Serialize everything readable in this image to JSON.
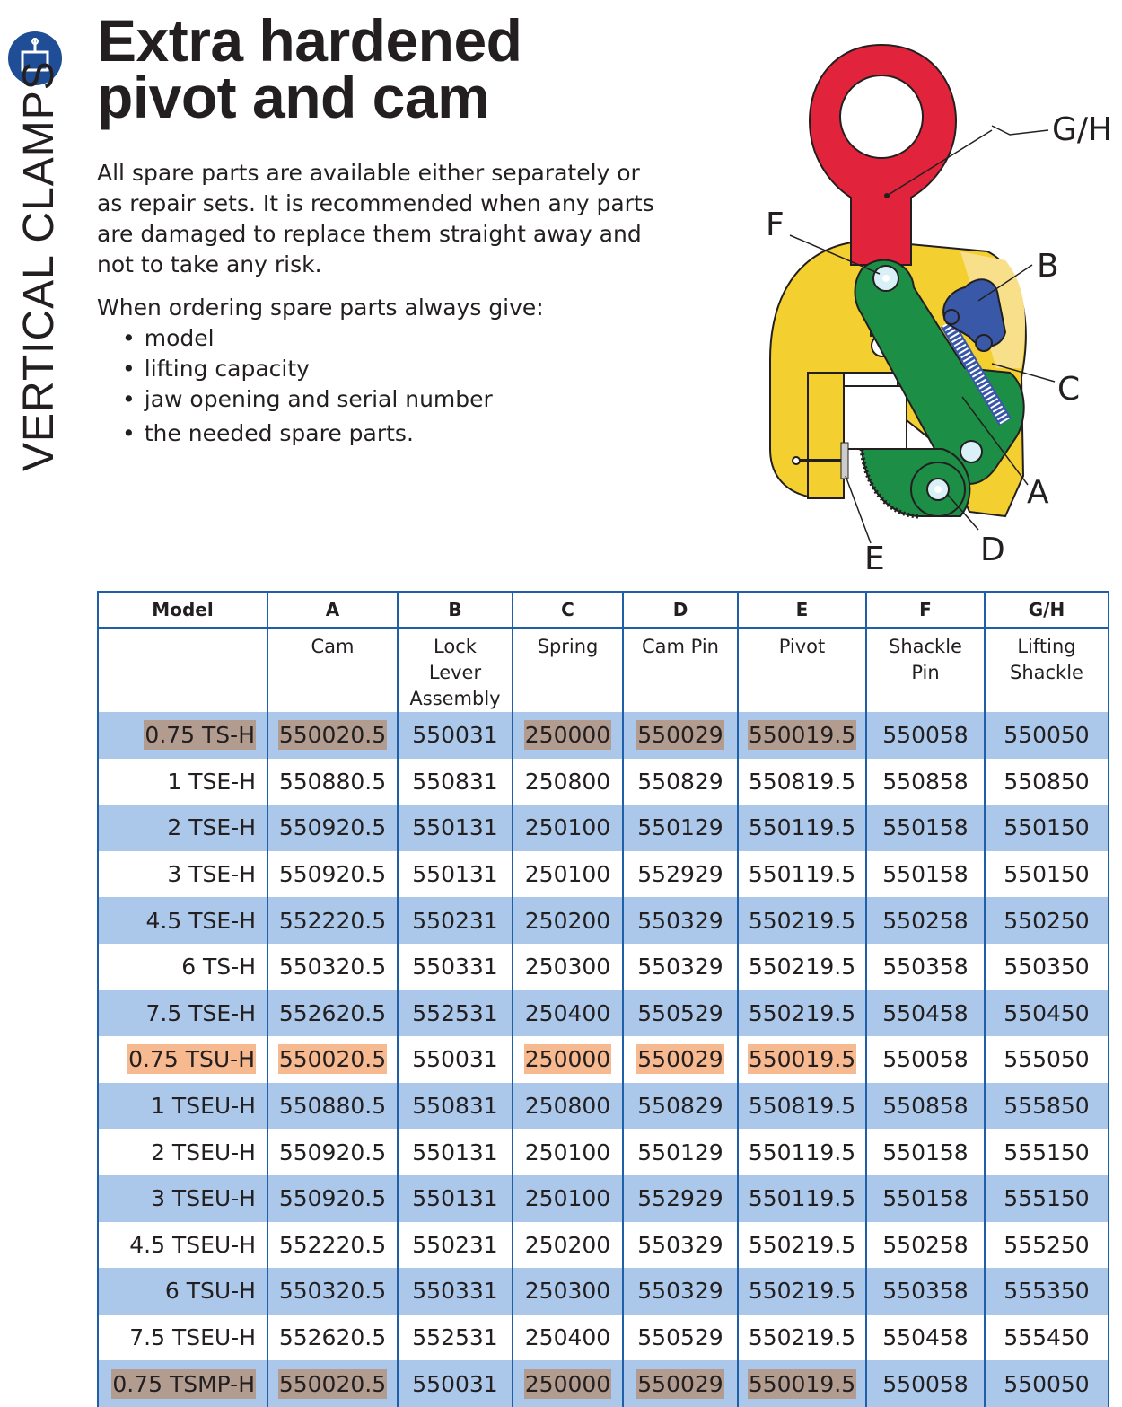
{
  "section_label": "VERTICAL CLAMPS",
  "section_icon": "clamp-icon",
  "title_lines": [
    "Extra hardened",
    "pivot and cam"
  ],
  "intro_lines": [
    "All spare parts are available either separately or",
    "as repair sets. It is recommended when any parts",
    "are damaged to replace them straight away and",
    "not to take any risk."
  ],
  "ordering": {
    "lead": "When ordering spare parts always give:",
    "items": [
      "model",
      "lifting capacity",
      "jaw opening and serial number",
      "the needed spare parts."
    ]
  },
  "diagram_labels": [
    "G/H",
    "F",
    "B",
    "C",
    "A",
    "D",
    "E"
  ],
  "colors": {
    "row_blue": "#abc8ea",
    "table_rule": "#1f5fa8",
    "highlight_brown": "#b19c8f",
    "highlight_orange": "#f7b98f",
    "shackle_red": "#e1243b",
    "body_yellow": "#f3cf2f",
    "cam_green": "#1c8e46",
    "lock_blue": "#3a58a8"
  },
  "table": {
    "columns": [
      {
        "letter": "Model",
        "name": ""
      },
      {
        "letter": "A",
        "name": "Cam"
      },
      {
        "letter": "B",
        "name": "Lock Lever Assembly"
      },
      {
        "letter": "C",
        "name": "Spring"
      },
      {
        "letter": "D",
        "name": "Cam Pin"
      },
      {
        "letter": "E",
        "name": "Pivot"
      },
      {
        "letter": "F",
        "name": "Shackle Pin"
      },
      {
        "letter": "G/H",
        "name": "Lifting Shackle"
      }
    ],
    "rows": [
      {
        "cells": [
          "0.75 TS-H",
          "550020.5",
          "550031",
          "250000",
          "550029",
          "550019.5",
          "550058",
          "550050"
        ],
        "band": "blue",
        "highlight": "brown",
        "hl_cols": [
          0,
          1,
          3,
          4,
          5
        ]
      },
      {
        "cells": [
          "1 TSE-H",
          "550880.5",
          "550831",
          "250800",
          "550829",
          "550819.5",
          "550858",
          "550850"
        ],
        "band": "white"
      },
      {
        "cells": [
          "2 TSE-H",
          "550920.5",
          "550131",
          "250100",
          "550129",
          "550119.5",
          "550158",
          "550150"
        ],
        "band": "blue"
      },
      {
        "cells": [
          "3 TSE-H",
          "550920.5",
          "550131",
          "250100",
          "552929",
          "550119.5",
          "550158",
          "550150"
        ],
        "band": "white"
      },
      {
        "cells": [
          "4.5 TSE-H",
          "552220.5",
          "550231",
          "250200",
          "550329",
          "550219.5",
          "550258",
          "550250"
        ],
        "band": "blue"
      },
      {
        "cells": [
          "6 TS-H",
          "550320.5",
          "550331",
          "250300",
          "550329",
          "550219.5",
          "550358",
          "550350"
        ],
        "band": "white"
      },
      {
        "cells": [
          "7.5 TSE-H",
          "552620.5",
          "552531",
          "250400",
          "550529",
          "550219.5",
          "550458",
          "550450"
        ],
        "band": "blue"
      },
      {
        "cells": [
          "0.75 TSU-H",
          "550020.5",
          "550031",
          "250000",
          "550029",
          "550019.5",
          "550058",
          "555050"
        ],
        "band": "white",
        "highlight": "orange",
        "hl_cols": [
          0,
          1,
          3,
          4,
          5
        ]
      },
      {
        "cells": [
          "1  TSEU-H",
          "550880.5",
          "550831",
          "250800",
          "550829",
          "550819.5",
          "550858",
          "555850"
        ],
        "band": "blue"
      },
      {
        "cells": [
          "2 TSEU-H",
          "550920.5",
          "550131",
          "250100",
          "550129",
          "550119.5",
          "550158",
          "555150"
        ],
        "band": "white"
      },
      {
        "cells": [
          "3 TSEU-H",
          "550920.5",
          "550131",
          "250100",
          "552929",
          "550119.5",
          "550158",
          "555150"
        ],
        "band": "blue"
      },
      {
        "cells": [
          "4.5 TSEU-H",
          "552220.5",
          "550231",
          "250200",
          "550329",
          "550219.5",
          "550258",
          "555250"
        ],
        "band": "white"
      },
      {
        "cells": [
          "6 TSU-H",
          "550320.5",
          "550331",
          "250300",
          "550329",
          "550219.5",
          "550358",
          "555350"
        ],
        "band": "blue"
      },
      {
        "cells": [
          "7.5 TSEU-H",
          "552620.5",
          "552531",
          "250400",
          "550529",
          "550219.5",
          "550458",
          "555450"
        ],
        "band": "white"
      },
      {
        "cells": [
          "0.75 TSMP-H",
          "550020.5",
          "550031",
          "250000",
          "550029",
          "550019.5",
          "550058",
          "550050"
        ],
        "band": "blue",
        "highlight": "brown",
        "hl_cols": [
          0,
          1,
          3,
          4,
          5
        ]
      }
    ]
  }
}
